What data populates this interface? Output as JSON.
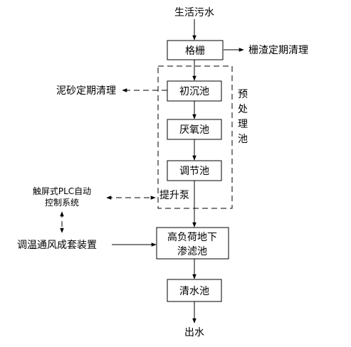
{
  "diagram": {
    "input_label": "生活污水",
    "nodes": {
      "grid": "格栅",
      "primary": "初沉池",
      "anoxic": "厌氧池",
      "regulating": "调节池",
      "filter_line1": "高负荷地下",
      "filter_line2": "渗滤池",
      "clear": "清水池"
    },
    "side_notes": {
      "screenings": "栅渣定期清理",
      "sludge": "泥砂定期清理",
      "pump": "提升泵",
      "control_line1": "触屏式PLC自动",
      "control_line2": "控制系统",
      "ventilation": "调温通风成套装置"
    },
    "pretreatment_label": [
      "预",
      "处",
      "理",
      "池"
    ],
    "output_label": "出水"
  }
}
